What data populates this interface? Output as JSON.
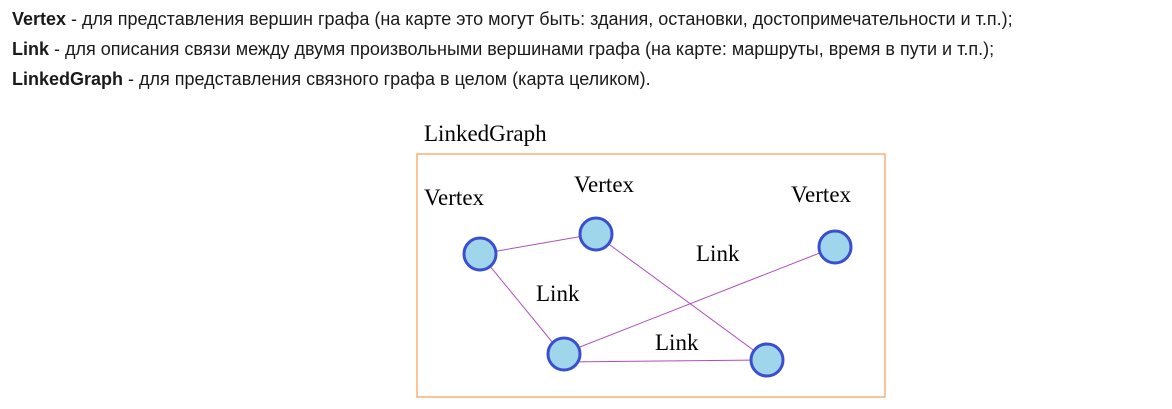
{
  "text_lines": [
    {
      "term": "Vertex",
      "description": " - для представления вершин графа (на карте это могут быть: здания, остановки, достопримечательности и т.п.);"
    },
    {
      "term": "Link",
      "description": " - для описания связи между двумя произвольными вершинами графа (на карте: маршруты, время в пути и т.п.);"
    },
    {
      "term": "LinkedGraph",
      "description": " - для представления связного графа в целом (карта целиком)."
    }
  ],
  "diagram": {
    "container_label": "LinkedGraph",
    "vertex_labels": [
      "Vertex",
      "Vertex",
      "Vertex"
    ],
    "link_labels": [
      "Link",
      "Link",
      "Link"
    ],
    "colors": {
      "container_border": "#f4a460",
      "vertex_fill": "#9fd6ec",
      "vertex_stroke": "#3a4fcf",
      "edge": "#b04cc0"
    }
  }
}
